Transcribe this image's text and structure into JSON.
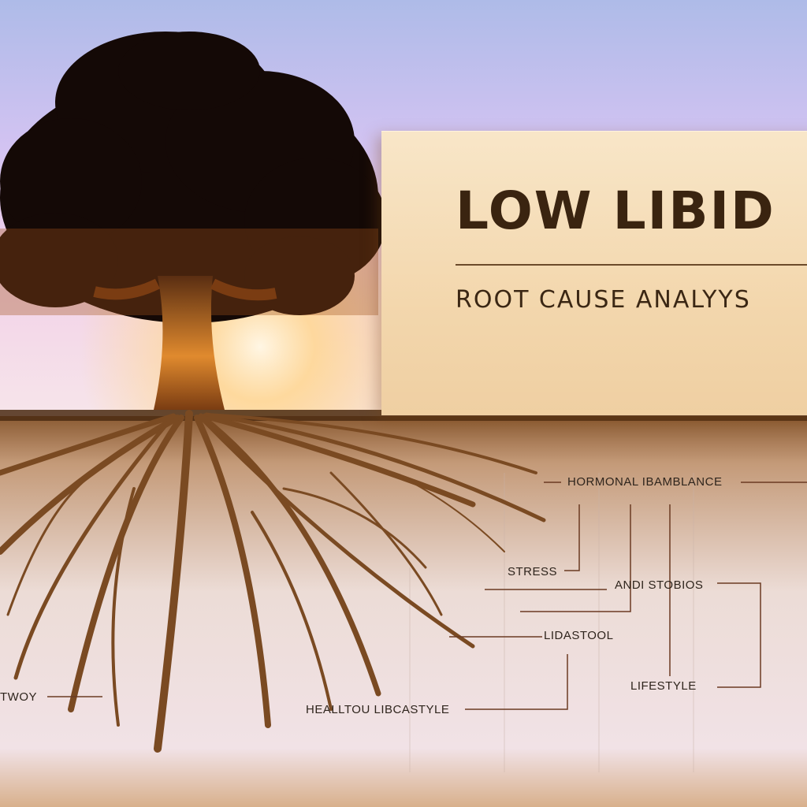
{
  "title": "LOW LIBID",
  "subtitle": "ROOT  CAUSE  ANALYYS",
  "labels": {
    "hormonal": "HORMONAL IBAMBLANCE",
    "stress": "STRESS",
    "andi": "ANDI STOBIOS",
    "lidastool": "LIDASTOOL",
    "lifestyle": "LIFESTYLE",
    "twoy": "TWOY",
    "healltou": "HEALLTOU LIBCASTYLE"
  },
  "colors": {
    "sky_top": "#b9c6f0",
    "sky_pink": "#f2c6e8",
    "sun": "#ffd890",
    "tree": "#140906",
    "root": "#7a4a22",
    "card": "#f6dfbc",
    "title_text": "#3a2410"
  }
}
